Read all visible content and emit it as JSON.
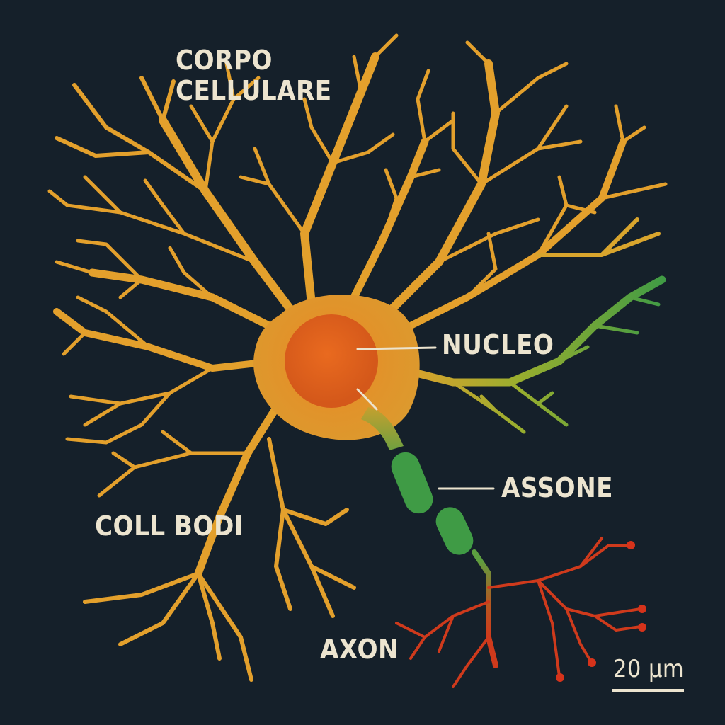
{
  "diagram": {
    "labels": {
      "corpo_cellulare": "CORPO\nCELLULARE",
      "nucleo": "NUCLEO",
      "assone": "ASSONE",
      "coll_bodi": "COLL BODI",
      "axon": "AXON"
    },
    "scale_bar": "20 µm"
  },
  "colors": {
    "background": "#15202a",
    "dendrite": "#e3a02c",
    "soma": "#e58a23",
    "nucleus": "#e0641d",
    "myelin": "#3f9b45",
    "terminal": "#cf3a1c",
    "label_text": "#ece4cf"
  }
}
